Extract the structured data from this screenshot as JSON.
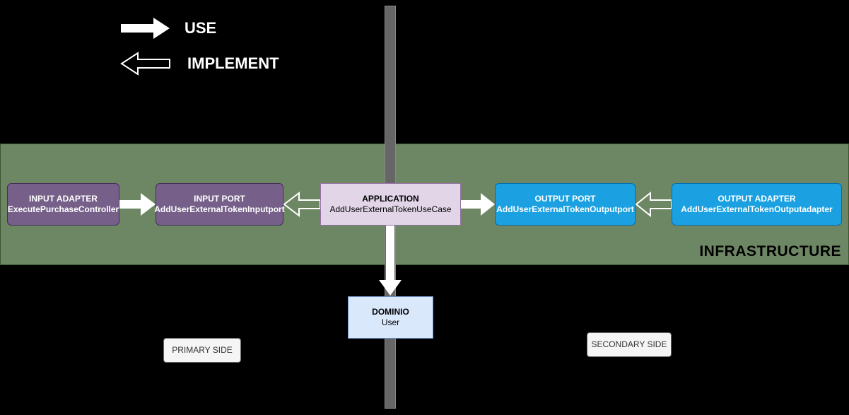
{
  "legend": {
    "use_label": "USE",
    "implement_label": "IMPLEMENT"
  },
  "infrastructure": {
    "label": "INFRASTRUCTURE"
  },
  "nodes": {
    "input_adapter": {
      "title": "INPUT ADAPTER",
      "name": "ExecutePurchaseController"
    },
    "input_port": {
      "title": "INPUT PORT",
      "name": "AddUserExternalTokenInputport"
    },
    "application": {
      "title": "APPLICATION",
      "name": "AddUserExternalTokenUseCase"
    },
    "output_port": {
      "title": "OUTPUT PORT",
      "name": "AddUserExternalTokenOutputport"
    },
    "output_adapter": {
      "title": "OUTPUT ADAPTER",
      "name": "AddUserExternalTokenOutputadapter"
    },
    "dominio": {
      "title": "DOMINIO",
      "name": "User"
    }
  },
  "sides": {
    "primary": "PRIMARY SIDE",
    "secondary": "SECONDARY SIDE"
  },
  "colors": {
    "background": "#000000",
    "infrastructure": "#6d8764",
    "divider": "#666666",
    "adapter_purple": "#76608a",
    "port_blue": "#1ba1e2",
    "application": "#e1d5e7",
    "domain": "#dae8fc",
    "arrow": "#ffffff"
  }
}
